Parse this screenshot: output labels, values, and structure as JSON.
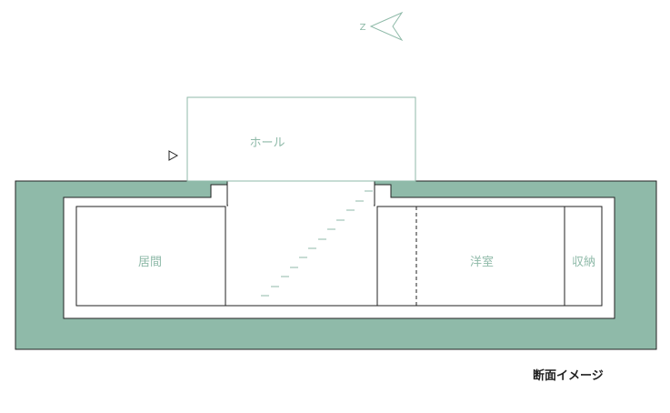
{
  "labels": {
    "hall": "ホール",
    "living": "居間",
    "western_room": "洋室",
    "storage": "収納",
    "north_mark": "Z"
  },
  "caption": "断面イメージ",
  "icons": {
    "north": "north-arrow-icon",
    "entry": "entry-triangle-icon"
  },
  "colors": {
    "ground": "#8fbaa9",
    "label": "#8fbaa9",
    "outline": "#222222",
    "hall_outline": "#8fbaa9",
    "stair": "#8fbaa9",
    "background": "#ffffff"
  }
}
